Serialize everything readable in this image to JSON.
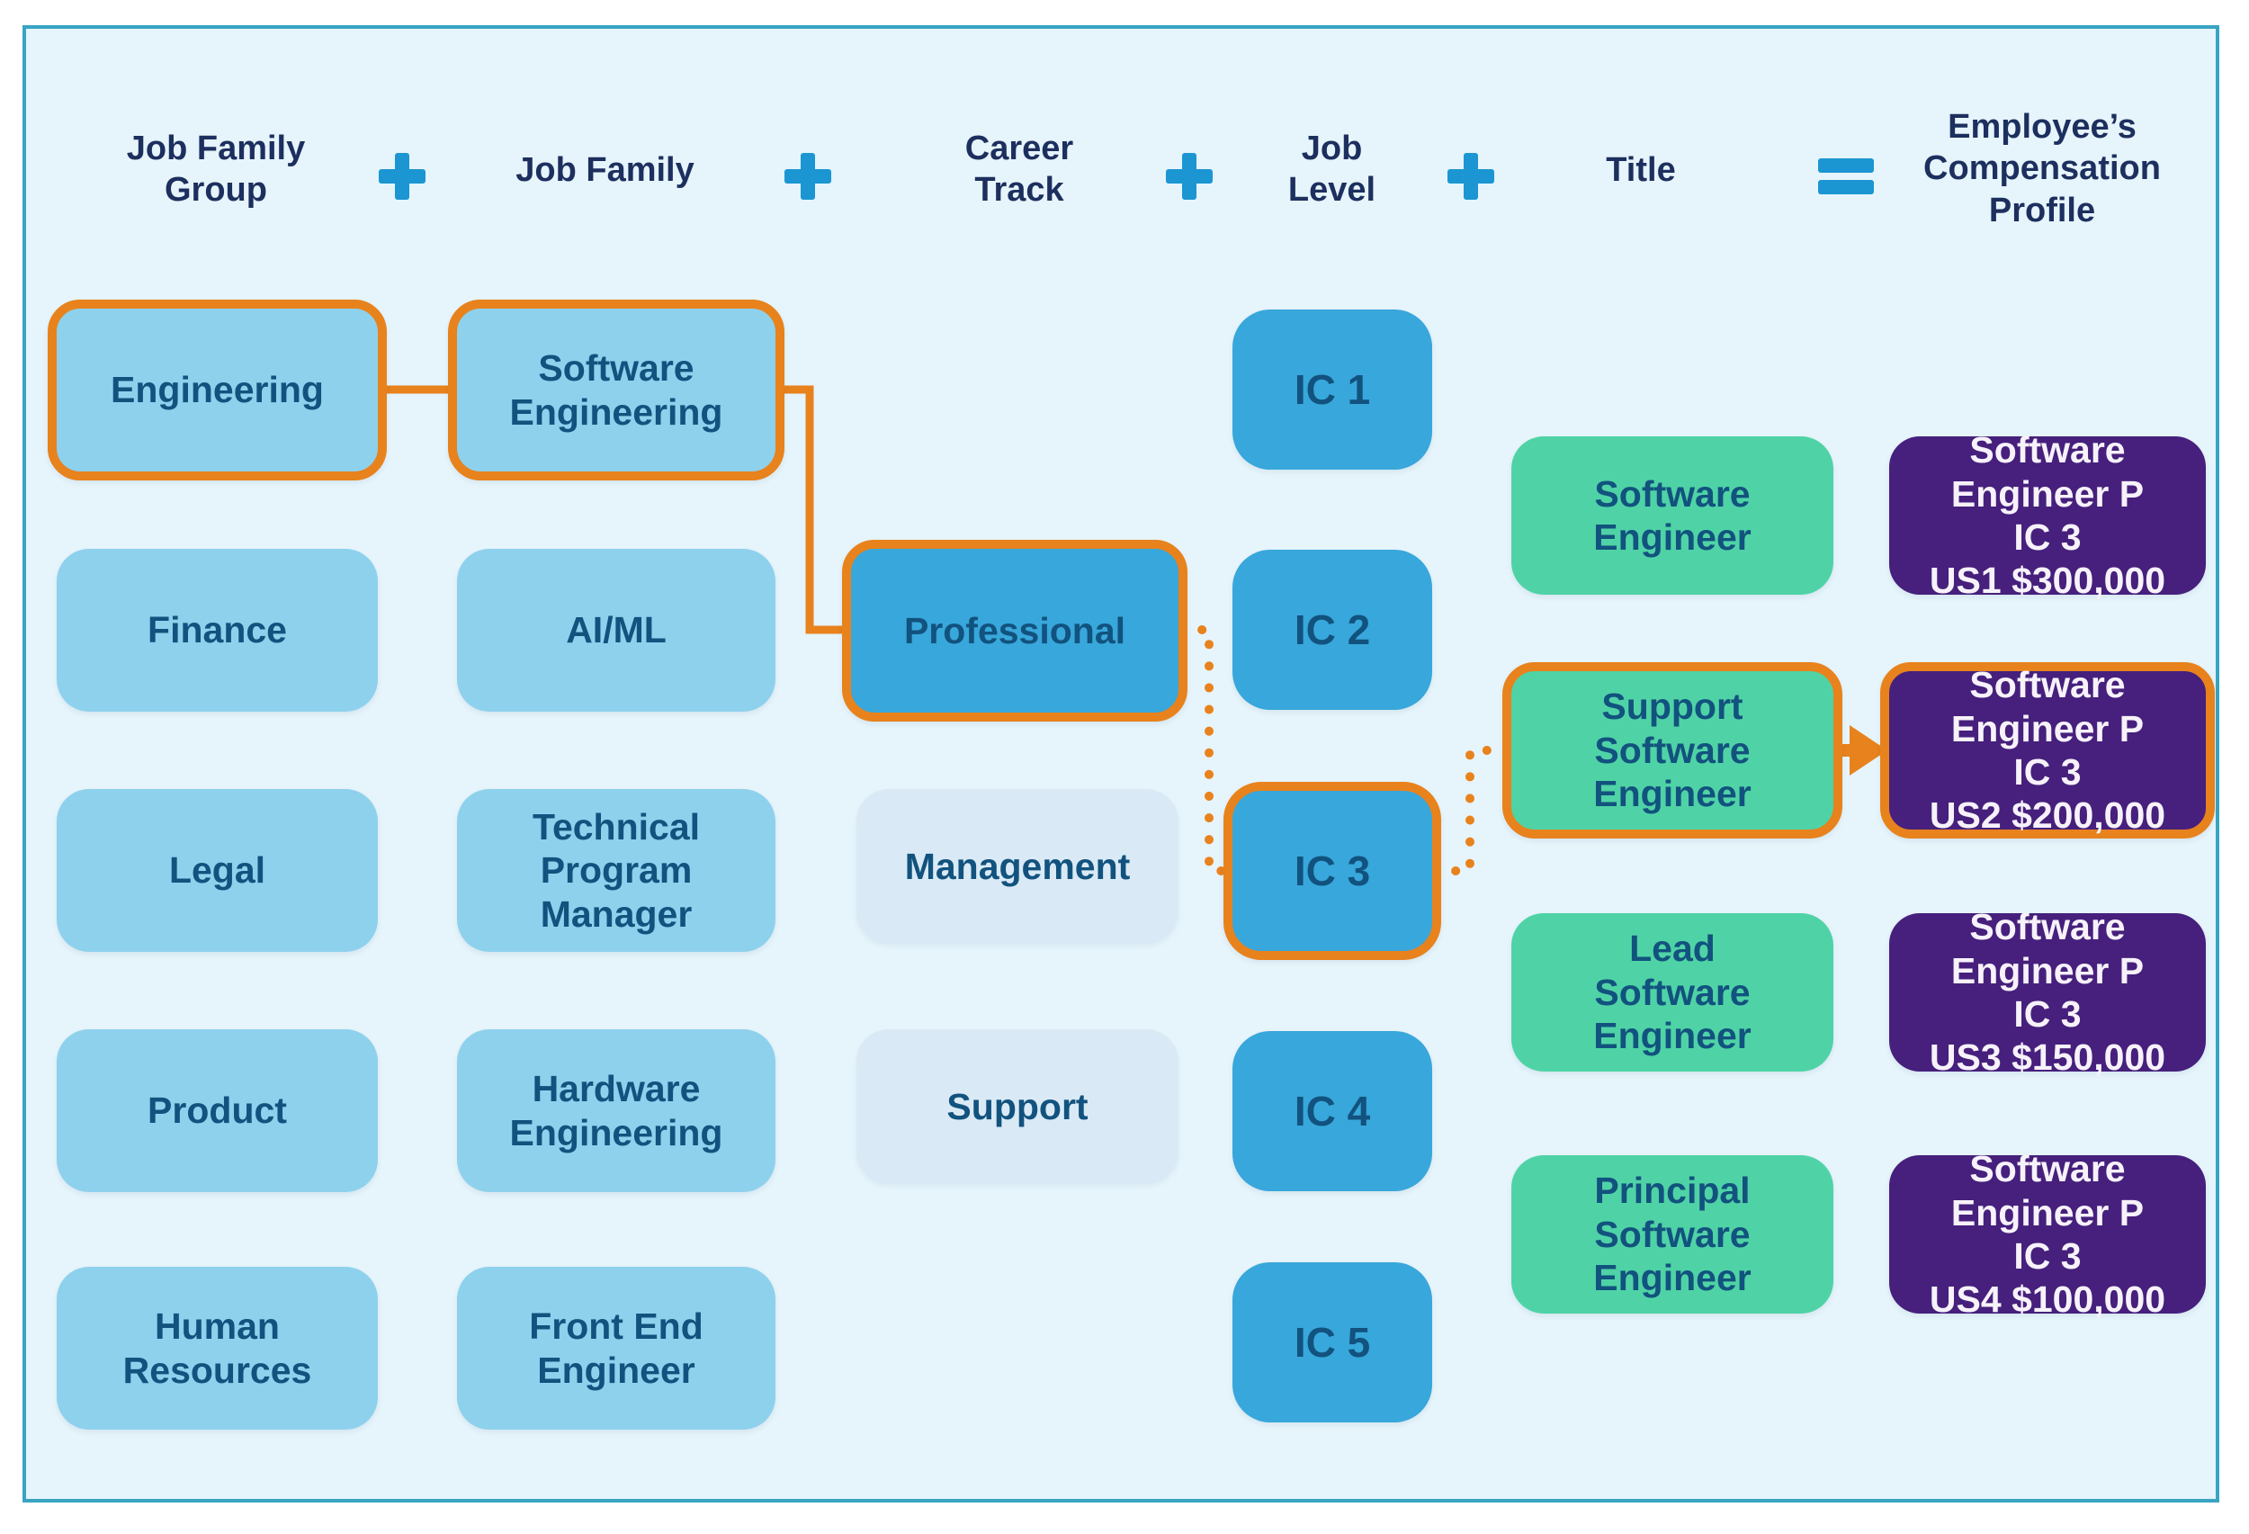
{
  "header": {
    "labels": [
      "Job Family Group",
      "Job Family",
      "Career Track",
      "Job Level",
      "Title",
      "Employee’s Compensation Profile"
    ],
    "plus": "+",
    "equals": "="
  },
  "job_family_group": {
    "items": [
      {
        "label": "Engineering",
        "highlighted": true
      },
      {
        "label": "Finance"
      },
      {
        "label": "Legal"
      },
      {
        "label": "Product"
      },
      {
        "label": "Human Resources"
      }
    ]
  },
  "job_family": {
    "items": [
      {
        "label": "Software Engineering",
        "highlighted": true
      },
      {
        "label": "AI/ML"
      },
      {
        "label": "Technical Program Manager"
      },
      {
        "label": "Hardware Engineering"
      },
      {
        "label": "Front End Engineer"
      }
    ]
  },
  "career_track": {
    "items": [
      {
        "label": "Professional",
        "highlighted": true
      },
      {
        "label": "Management"
      },
      {
        "label": "Support"
      }
    ]
  },
  "job_level": {
    "items": [
      {
        "label": "IC 1"
      },
      {
        "label": "IC 2"
      },
      {
        "label": "IC 3",
        "highlighted": true
      },
      {
        "label": "IC 4"
      },
      {
        "label": "IC 5"
      }
    ]
  },
  "titles": {
    "items": [
      {
        "label": "Software Engineer"
      },
      {
        "label": "Support Software Engineer",
        "highlighted": true
      },
      {
        "label": "Lead Software Engineer"
      },
      {
        "label": "Principal Software Engineer"
      }
    ]
  },
  "compensation": {
    "items": [
      {
        "title": "Software Engineer P IC 3",
        "amount": "US1 $300,000"
      },
      {
        "title": "Software Engineer P IC 3",
        "amount": "US2 $200,000",
        "highlighted": true
      },
      {
        "title": "Software Engineer P IC 3",
        "amount": "US3 $150,000"
      },
      {
        "title": "Software Engineer P IC 3",
        "amount": "US4 $100,000"
      }
    ]
  },
  "colors": {
    "background": "#e6f4fb",
    "frame_border": "#38a4c2",
    "box_blue_light": "#8ed1ed",
    "box_blue_mid": "#38a7db",
    "box_blue_pale": "#d9eaf6",
    "box_green": "#4fd3a6",
    "box_purple": "#46207c",
    "highlight_orange": "#e8821c",
    "operator_blue": "#1b96d2",
    "header_text": "#1c2f5e",
    "box_text": "#12527e",
    "comp_text": "#f7f2fa"
  }
}
